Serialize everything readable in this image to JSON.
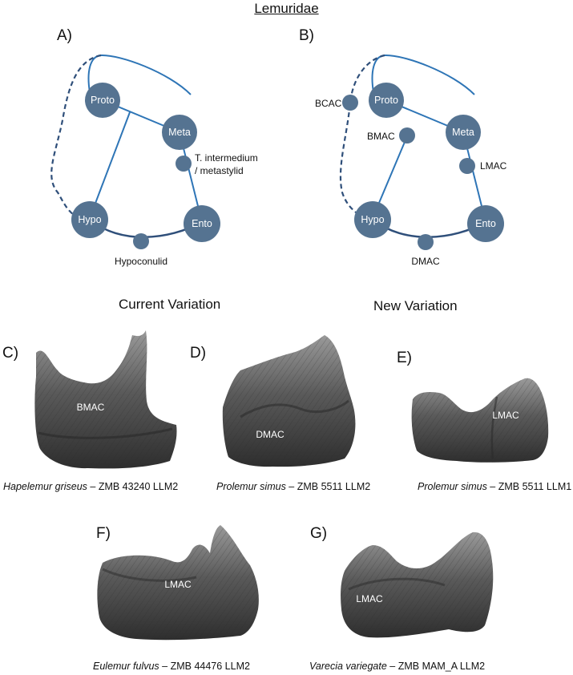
{
  "title": "Lemuridae",
  "panels": {
    "a": {
      "letter": "A)",
      "subtitle": "Current Variation",
      "nodes": {
        "proto": "Proto",
        "meta": "Meta",
        "hypo": "Hypo",
        "ento": "Ento"
      },
      "labels": {
        "t_intermedium_1": "T. intermedium",
        "t_intermedium_2": "/ metastylid",
        "hypoconulid": "Hypoconulid"
      }
    },
    "b": {
      "letter": "B)",
      "subtitle": "New Variation",
      "nodes": {
        "proto": "Proto",
        "meta": "Meta",
        "hypo": "Hypo",
        "ento": "Ento"
      },
      "labels": {
        "bcac": "BCAC",
        "bmac": "BMAC",
        "lmac": "LMAC",
        "dmac": "DMAC"
      }
    },
    "c": {
      "letter": "C)",
      "tooth_label": "BMAC",
      "species": "Hapelemur griseus",
      "specimen": " – ZMB 43240 LLM2"
    },
    "d": {
      "letter": "D)",
      "tooth_label": "DMAC",
      "species": "Prolemur simus",
      "specimen": " – ZMB 5511 LLM2"
    },
    "e": {
      "letter": "E)",
      "tooth_label": "LMAC",
      "species": "Prolemur simus",
      "specimen": " – ZMB 5511 LLM1"
    },
    "f": {
      "letter": "F)",
      "tooth_label": "LMAC",
      "species": "Eulemur fulvus",
      "specimen": " – ZMB 44476 LLM2"
    },
    "g": {
      "letter": "G)",
      "tooth_label": "LMAC",
      "species": "Varecia variegate",
      "specimen": " – ZMB MAM_A LLM2"
    }
  },
  "colors": {
    "node_fill": "#557391",
    "line_blue": "#2e75b6",
    "dark_line": "#2f4f7a",
    "tooth_dark": "#3a3a3a",
    "tooth_light": "#8a8a8a"
  }
}
